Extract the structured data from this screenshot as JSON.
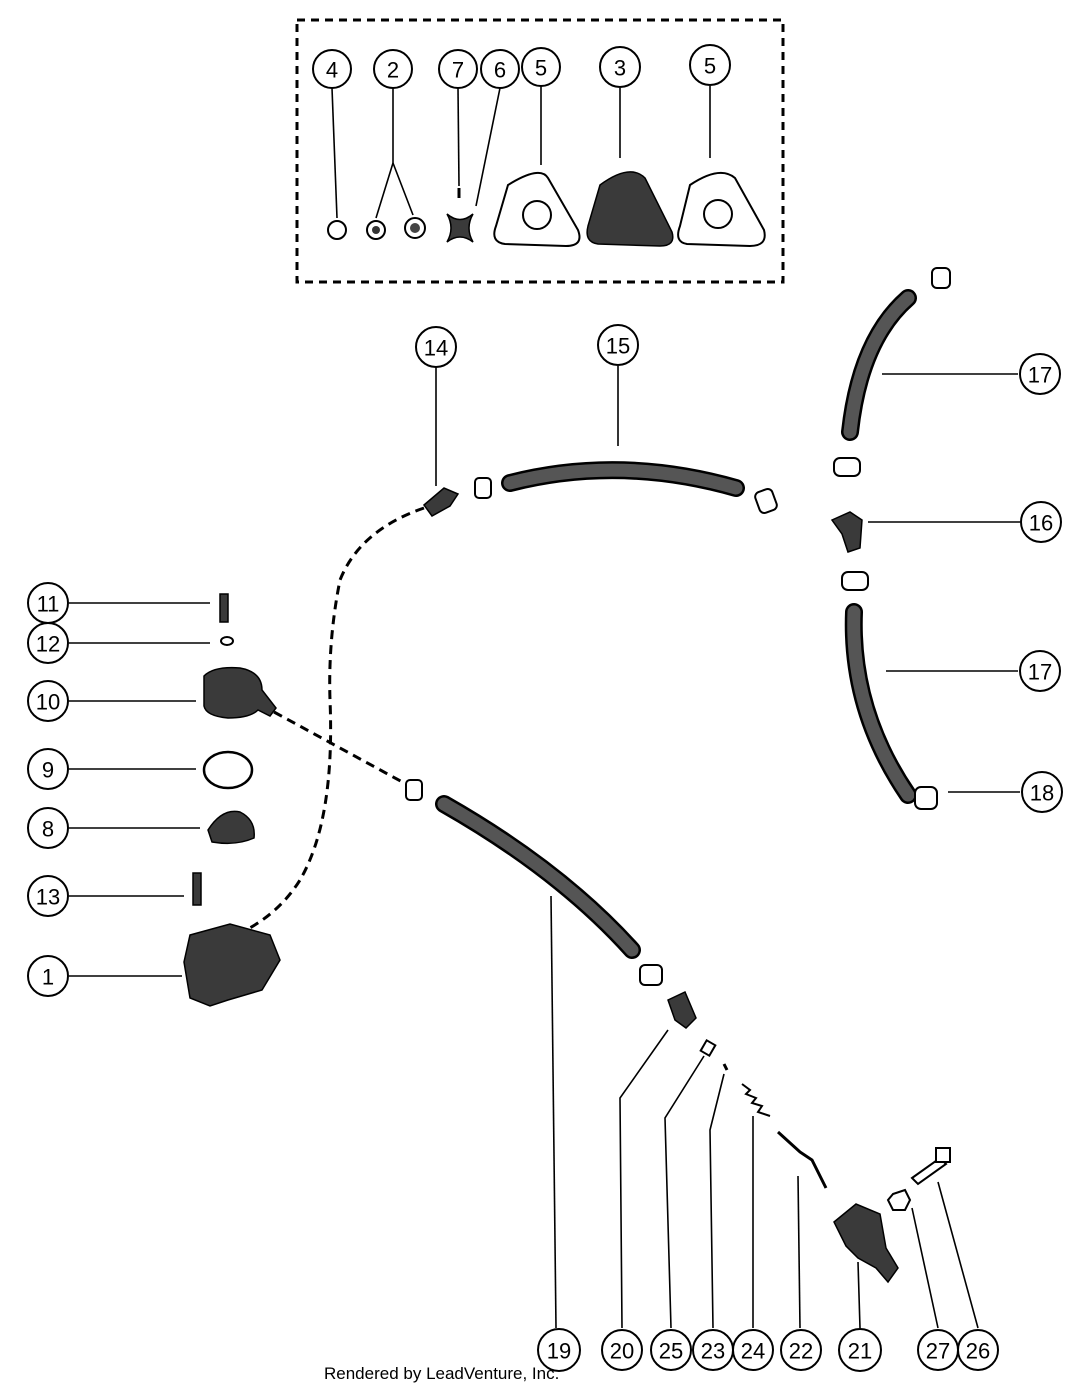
{
  "diagram": {
    "kit_box": {
      "style": "dashed"
    },
    "callouts": [
      "4",
      "2",
      "7",
      "6",
      "5",
      "3",
      "5",
      "14",
      "15",
      "17",
      "16",
      "17",
      "18",
      "11",
      "12",
      "10",
      "9",
      "8",
      "13",
      "1",
      "19",
      "20",
      "25",
      "23",
      "24",
      "22",
      "21",
      "27",
      "26"
    ]
  },
  "footer": {
    "text": "Rendered by LeadVenture, Inc."
  }
}
